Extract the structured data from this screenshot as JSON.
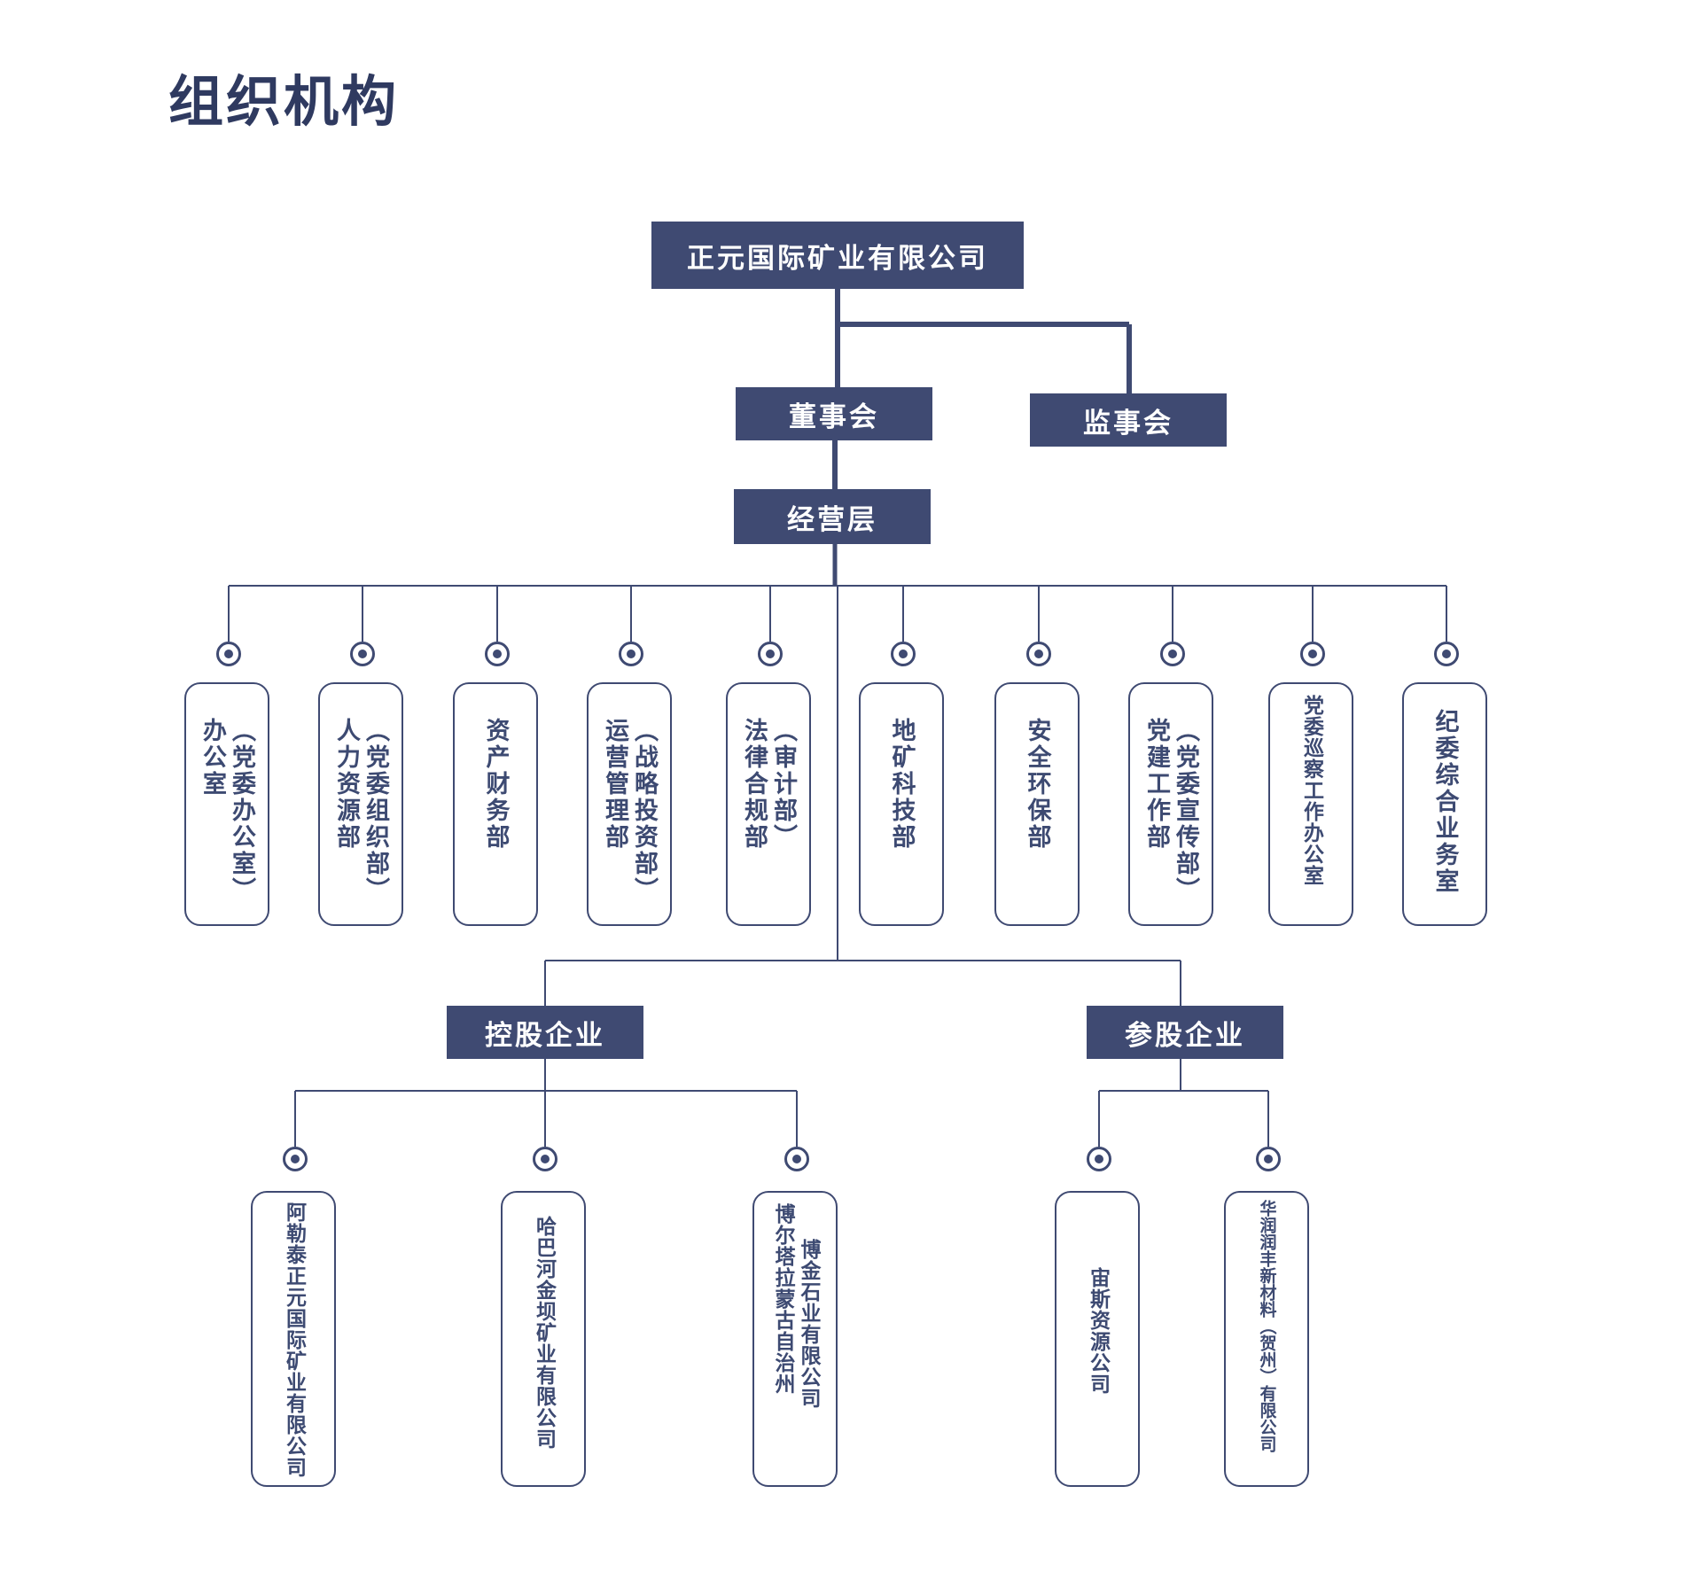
{
  "page_title": "组织机构",
  "company": "正元国际矿业有限公司",
  "board": "董事会",
  "supervisory": "监事会",
  "management": "经营层",
  "departments": [
    [
      "办公室",
      "（党委办公室）"
    ],
    [
      "人力资源部",
      "（党委组织部）"
    ],
    [
      "资产财务部"
    ],
    [
      "运营管理部",
      "（战略投资部）"
    ],
    [
      "法律合规部",
      "（审计部）"
    ],
    [
      "地矿科技部"
    ],
    [
      "安全环保部"
    ],
    [
      "党建工作部",
      "（党委宣传部）"
    ],
    [
      "党委巡察工作办公室"
    ],
    [
      "纪委综合业务室"
    ]
  ],
  "holding_title": "控股企业",
  "participating_title": "参股企业",
  "holding": [
    [
      "阿勒泰正元国际矿业有限公司"
    ],
    [
      "哈巴河金坝矿业有限公司"
    ],
    [
      "博尔塔拉蒙古自治州",
      "博金石业有限公司"
    ]
  ],
  "participating": [
    [
      "宙斯资源公司"
    ],
    [
      "华润润丰新材料（贺州）有限公司"
    ]
  ],
  "colors": {
    "primary": "#3f4a72",
    "text": "#3d4a72",
    "title": "#2f3a60"
  }
}
